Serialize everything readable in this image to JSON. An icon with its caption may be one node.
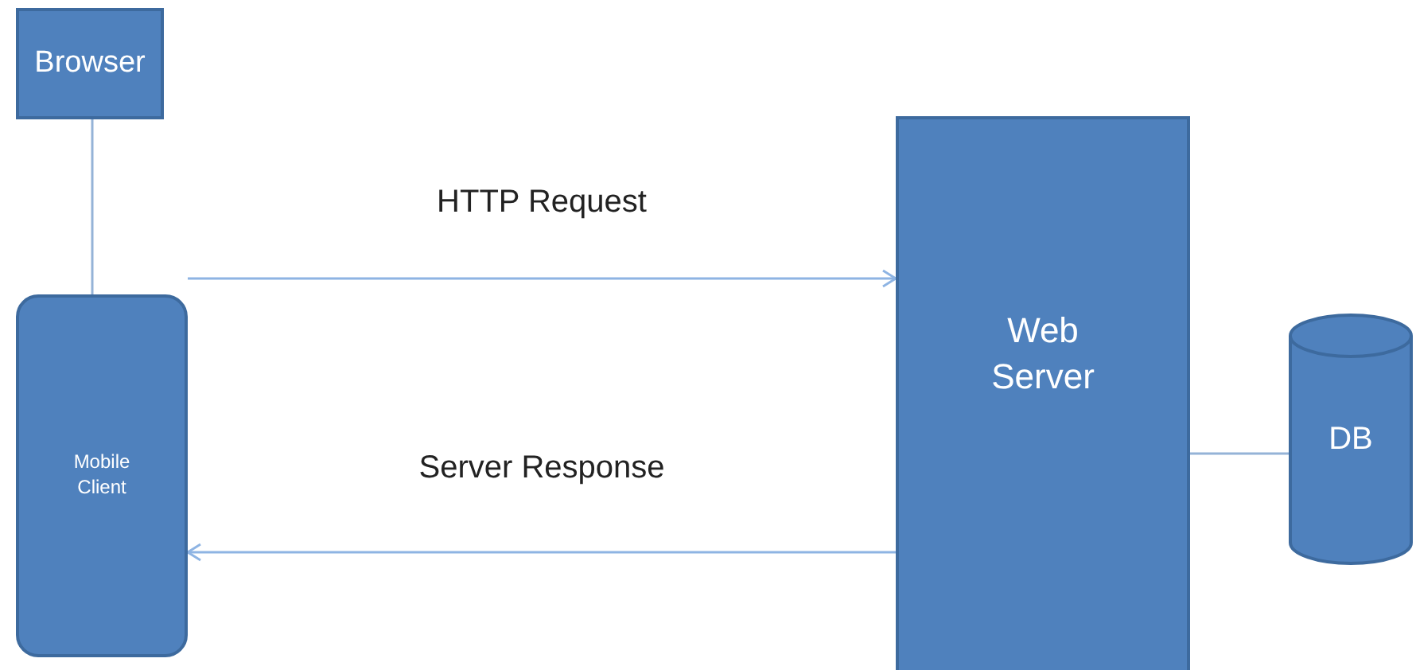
{
  "diagram": {
    "nodes": [
      {
        "text": [
          "Browser"
        ]
      },
      {
        "text": [
          "Mobile Client"
        ]
      },
      {
        "text": [
          "Web Server"
        ]
      },
      {
        "text": [
          "DB"
        ]
      }
    ],
    "edges": [
      {
        "from": 0,
        "to": 1,
        "arrow": "none"
      },
      {
        "from": 1,
        "to": 2,
        "arrow": "to",
        "label": "HTTP Request"
      },
      {
        "from": 2,
        "to": 1,
        "arrow": "to",
        "label": "Server Response"
      },
      {
        "from": 2,
        "to": 3,
        "arrow": "none"
      }
    ]
  }
}
